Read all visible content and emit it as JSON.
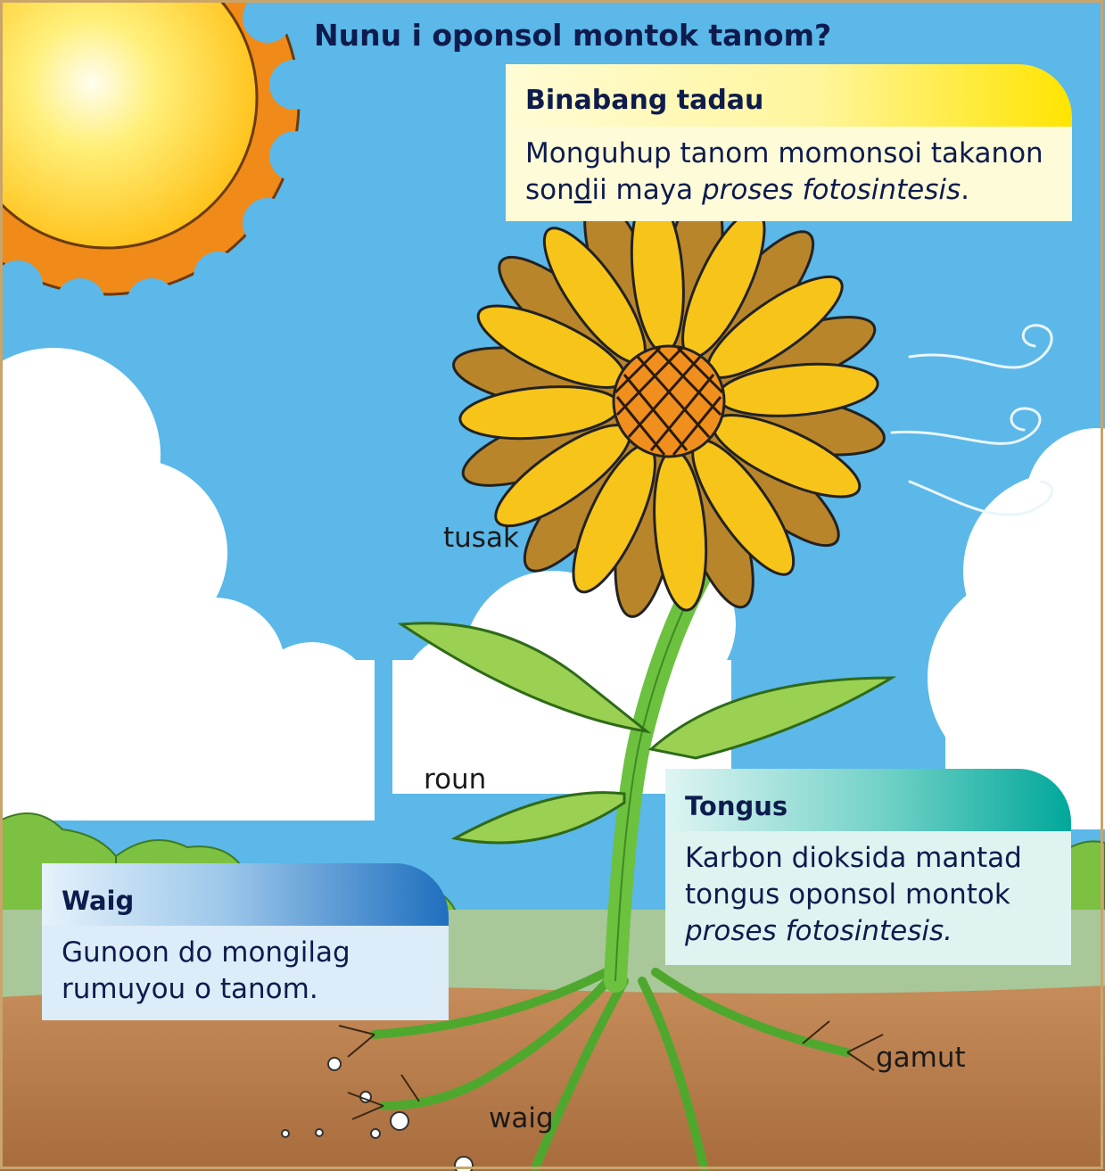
{
  "title": "Nunu i oponsol montok tanom?",
  "sun_box": {
    "heading": "Binabang tadau",
    "line1": "Monguhup tanom momonsoi takanon",
    "line2_a": "son",
    "line2_u": "d",
    "line2_b": "ii maya ",
    "line2_i": "proses fotosintesis",
    "line2_end": "."
  },
  "air_box": {
    "heading": "Tongus",
    "line1": "Karbon dioksida mantad",
    "line2": "tongus oponsol montok",
    "line3": "proses fotosintesis."
  },
  "water_box": {
    "heading": "Waig",
    "line1": "Gunoon do mongilag",
    "line2": "rumuyou o tanom."
  },
  "labels": {
    "flower": "tusak",
    "leaf": "roun",
    "root": "gamut",
    "water": "waig"
  },
  "colors": {
    "sky": "#5bb8e8",
    "soil": "#b77b4b",
    "sun": "#ffc51a",
    "sun_rays": "#f08a18",
    "petal": "#f7c419",
    "petal_back": "#b9852b",
    "flower_center": "#f08f1e",
    "stem": "#6cc13f",
    "leaf": "#9ad153"
  }
}
